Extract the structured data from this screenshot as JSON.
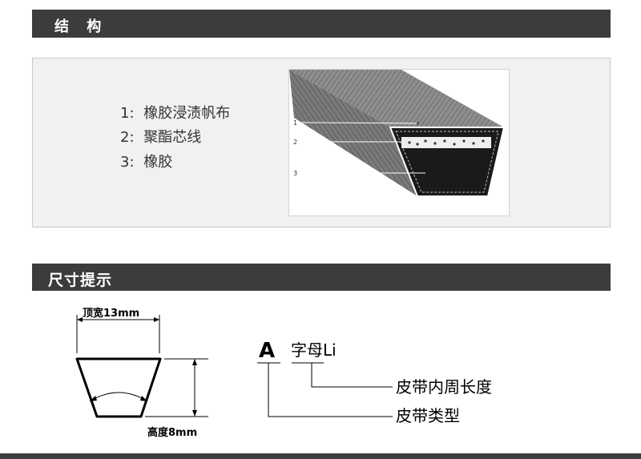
{
  "sections": {
    "structure_title": "结 构",
    "size_title": "尺寸提示"
  },
  "structure": {
    "legend": [
      {
        "num": "1:",
        "label": "橡胶浸渍帆布"
      },
      {
        "num": "2:",
        "label": "聚酯芯线"
      },
      {
        "num": "3:",
        "label": "橡胶"
      }
    ],
    "diagram_callouts": [
      "1",
      "2",
      "3"
    ]
  },
  "dimensions": {
    "top_width_label": "顶宽13mm",
    "height_label": "高度8mm",
    "code_letter": "A",
    "code_suffix": "字母Li",
    "callout_length": "皮带内周长度",
    "callout_type": "皮带类型"
  },
  "colors": {
    "section_bar": "#3c3c3c",
    "panel_bg": "#f1f1f1"
  }
}
